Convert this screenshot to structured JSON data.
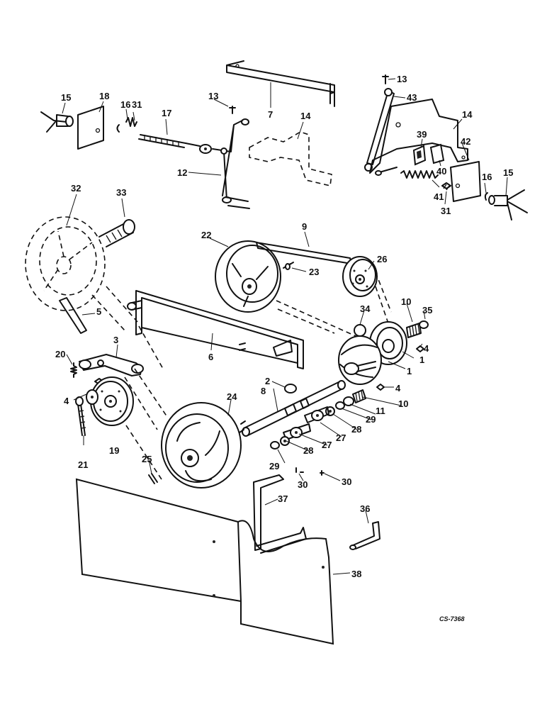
{
  "labels": {
    "p1": "1",
    "p2": "2",
    "p3": "3",
    "p4": "4",
    "p5": "5",
    "p6": "6",
    "p7": "7",
    "p8": "8",
    "p9": "9",
    "p10": "10",
    "p11": "11",
    "p12": "12",
    "p13": "13",
    "p14": "14",
    "p15": "15",
    "p16": "16",
    "p17": "17",
    "p18": "18",
    "p19": "19",
    "p20": "20",
    "p21": "21",
    "p22": "22",
    "p23": "23",
    "p24": "24",
    "p25": "25",
    "p26": "26",
    "p27": "27",
    "p28": "28",
    "p29": "29",
    "p30": "30",
    "p31": "31",
    "p32": "32",
    "p33": "33",
    "p34": "34",
    "p35": "35",
    "p36": "36",
    "p37": "37",
    "p38": "38",
    "p39": "39",
    "p40": "40",
    "p41": "41",
    "p42": "42",
    "p43": "43"
  },
  "drawing_code": "CS-7368"
}
